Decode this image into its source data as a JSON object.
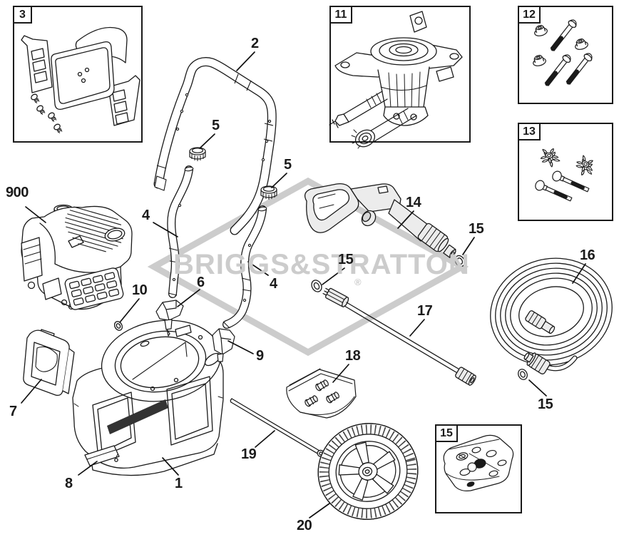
{
  "watermark": {
    "text": "BRIGGS&STRATTON",
    "registered": "®"
  },
  "colors": {
    "line": "#1a1a1a",
    "watermark": "#cccccc",
    "background": "#ffffff"
  },
  "insets": [
    {
      "key": "handle-panel-kit-box",
      "label": "3"
    },
    {
      "key": "pump-assembly-box",
      "label": "11"
    },
    {
      "key": "bolt-nut-kit-box",
      "label": "12"
    },
    {
      "key": "knob-bolt-kit-box",
      "label": "13"
    },
    {
      "key": "oring-kit-box",
      "label": "15"
    }
  ],
  "callouts": [
    {
      "key": "engine",
      "label": "900"
    },
    {
      "key": "upper-handle",
      "label": "2"
    },
    {
      "key": "cap-left",
      "label": "5"
    },
    {
      "key": "cap-right",
      "label": "5"
    },
    {
      "key": "lower-handle-left",
      "label": "4"
    },
    {
      "key": "lower-handle-right",
      "label": "4"
    },
    {
      "key": "clamp-left",
      "label": "6"
    },
    {
      "key": "small-oring",
      "label": "10"
    },
    {
      "key": "clamp-right",
      "label": "9"
    },
    {
      "key": "side-panel",
      "label": "7"
    },
    {
      "key": "foot-pad",
      "label": "8"
    },
    {
      "key": "base-frame",
      "label": "1"
    },
    {
      "key": "spray-gun",
      "label": "14"
    },
    {
      "key": "oring-gun",
      "label": "15"
    },
    {
      "key": "oring-wand",
      "label": "15"
    },
    {
      "key": "spray-wand",
      "label": "17"
    },
    {
      "key": "high-pressure-hose",
      "label": "16"
    },
    {
      "key": "oring-hose",
      "label": "15"
    },
    {
      "key": "nozzle-kit-bag",
      "label": "18"
    },
    {
      "key": "axle-rod",
      "label": "19"
    },
    {
      "key": "wheel",
      "label": "20"
    }
  ]
}
